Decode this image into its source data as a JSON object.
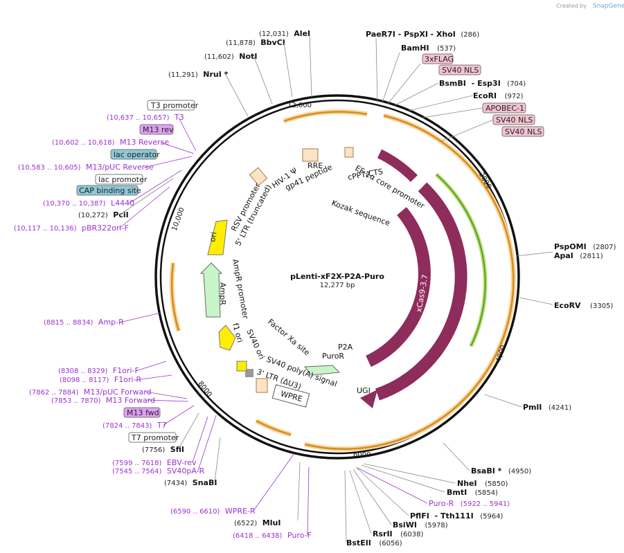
{
  "credit": {
    "created_by": "Created by",
    "brand": "SnapGene"
  },
  "plasmid": {
    "name": "pLenti-xF2X-P2A-Puro",
    "size": "12,277 bp"
  },
  "ticks": [
    "12,000",
    "2000",
    "4000",
    "6000",
    "8000",
    "10,000"
  ],
  "sites": [
    {
      "name": "PaeR7I",
      "extra": " - PspXI",
      "extra2": "- XhoI",
      "pos": "(286)"
    },
    {
      "name": "BamHI",
      "pos": "(537)"
    },
    {
      "name": "BsmBI",
      "extra": " - Esp3I",
      "pos": "(704)"
    },
    {
      "name": "EcoRI",
      "pos": "(972)"
    },
    {
      "name": "PspOMI",
      "pos": "(2807)"
    },
    {
      "name": "ApaI",
      "pos": "(2811)"
    },
    {
      "name": "EcoRV",
      "pos": "(3305)"
    },
    {
      "name": "PmlI",
      "pos": "(4241)"
    },
    {
      "name": "BsaBI *",
      "pos": "(4950)"
    },
    {
      "name": "NheI",
      "pos": "(5850)"
    },
    {
      "name": "BmtI",
      "pos": "(5854)"
    },
    {
      "name": "PflFI",
      "extra": " - Tth111I",
      "pos": "(5964)"
    },
    {
      "name": "BsiWI",
      "pos": "(5978)"
    },
    {
      "name": "RsrII",
      "pos": "(6038)"
    },
    {
      "name": "BstEII",
      "pos": "(6056)"
    },
    {
      "name": "MluI",
      "pos": "(6522)"
    },
    {
      "name": "SnaBI",
      "pos": "(7434)"
    },
    {
      "name": "SfiI",
      "pos": "(7756)"
    },
    {
      "name": "PciI",
      "pos": "(10,272)"
    },
    {
      "name": "NruI *",
      "pos": "(11,291)"
    },
    {
      "name": "NotI",
      "pos": "(11,602)"
    },
    {
      "name": "BbvCI",
      "pos": "(11,878)"
    },
    {
      "name": "AleI",
      "pos": "(12,031)"
    }
  ],
  "primers": [
    {
      "name": "T3",
      "range": "(10,637 .. 10,657)"
    },
    {
      "name": "M13 Reverse",
      "range": "(10,602 .. 10,618)"
    },
    {
      "name": "M13/pUC Reverse",
      "range": "(10,583 .. 10,605)"
    },
    {
      "name": "L4440",
      "range": "(10,370 .. 10,387)"
    },
    {
      "name": "pBR322ori-F",
      "range": "(10,117 .. 10,136)"
    },
    {
      "name": "Amp-R",
      "range": "(8815 .. 8834)"
    },
    {
      "name": "F1ori-F",
      "range": "(8308 .. 8329)"
    },
    {
      "name": "F1ori-R",
      "range": "(8098 .. 8117)"
    },
    {
      "name": "M13/pUC Forward",
      "range": "(7862 .. 7884)"
    },
    {
      "name": "M13 Forward",
      "range": "(7853 .. 7870)"
    },
    {
      "name": "T7",
      "range": "(7824 .. 7843)"
    },
    {
      "name": "EBV-rev",
      "range": "(7599 .. 7618)"
    },
    {
      "name": "SV40pA-R",
      "range": "(7545 .. 7564)"
    },
    {
      "name": "WPRE-R",
      "range": "(6590 .. 6610)"
    },
    {
      "name": "Puro-F",
      "range": "(6418 .. 6438)"
    },
    {
      "name": "Puro-R",
      "range": "(5922 .. 5941)"
    }
  ],
  "boxed": {
    "t3_promoter": "T3 promoter",
    "m13_rev": "M13 rev",
    "lac_operator": "lac operator",
    "lac_promoter": "lac promoter",
    "cap_site": "CAP binding site",
    "t7_promoter": "T7 promoter",
    "m13_fwd": "M13 fwd",
    "flag": "3xFLAG",
    "sv40nls1": "SV40 NLS",
    "apobec": "APOBEC-1",
    "sv40nls2": "SV40 NLS",
    "sv40nls3": "SV40 NLS"
  },
  "features": {
    "hiv_psi": "HIV-1 Ψ",
    "rre": "RRE",
    "gp41": "gp41 peptide",
    "ef1a": "EF-1α core promoter",
    "cppt": "cPPT/CTS",
    "kozak": "Kozak sequence",
    "xcas9": "xCas9-3.7",
    "cas9": "Cas9",
    "ugi": "UGI",
    "p2a": "P2A",
    "puror": "PuroR",
    "factor_xa": "Factor Xa site",
    "sv40_polya": "SV40 poly(A) signal",
    "ltr3": "3' LTR (ΔU3)",
    "wpre": "WPRE",
    "sv40_ori": "SV40 ori",
    "f1_ori": "f1 ori",
    "ampr": "AmpR",
    "ampr_promoter": "AmpR promoter",
    "ori": "ori",
    "rsv": "RSV promoter",
    "ltr5": "5' LTR (truncated)"
  },
  "colors": {
    "backbone": "#111111",
    "cas9": "#8e2c5c",
    "orf_outline": "#f3b34a",
    "orange_arrow": "#d98a1e",
    "green_arrow": "#7cbf3a",
    "ori": "#ffee00",
    "ampr": "#c8f5c8",
    "primer": "#9b30d0",
    "box_pink": "#f3c3d0",
    "box_purple": "#dfa0f5",
    "box_blue": "#8cc8d8"
  }
}
